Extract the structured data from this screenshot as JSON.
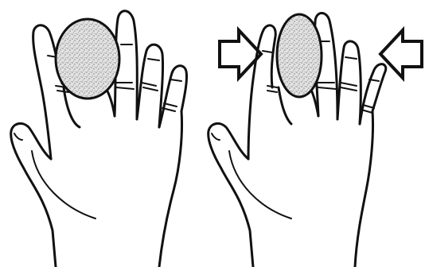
{
  "figure": {
    "panels": [
      {
        "id": "left",
        "state": "fingers-spread",
        "object_fill": "#bdbdbd"
      },
      {
        "id": "right",
        "state": "fingers-squeezed",
        "object_fill": "#bdbdbd"
      }
    ],
    "arrows": [
      {
        "direction": "right",
        "meaning": "push-inward"
      },
      {
        "direction": "left",
        "meaning": "push-inward"
      }
    ],
    "colors": {
      "ink": "#111111",
      "paper": "#ffffff",
      "stipple": "#9a9a9a"
    }
  }
}
